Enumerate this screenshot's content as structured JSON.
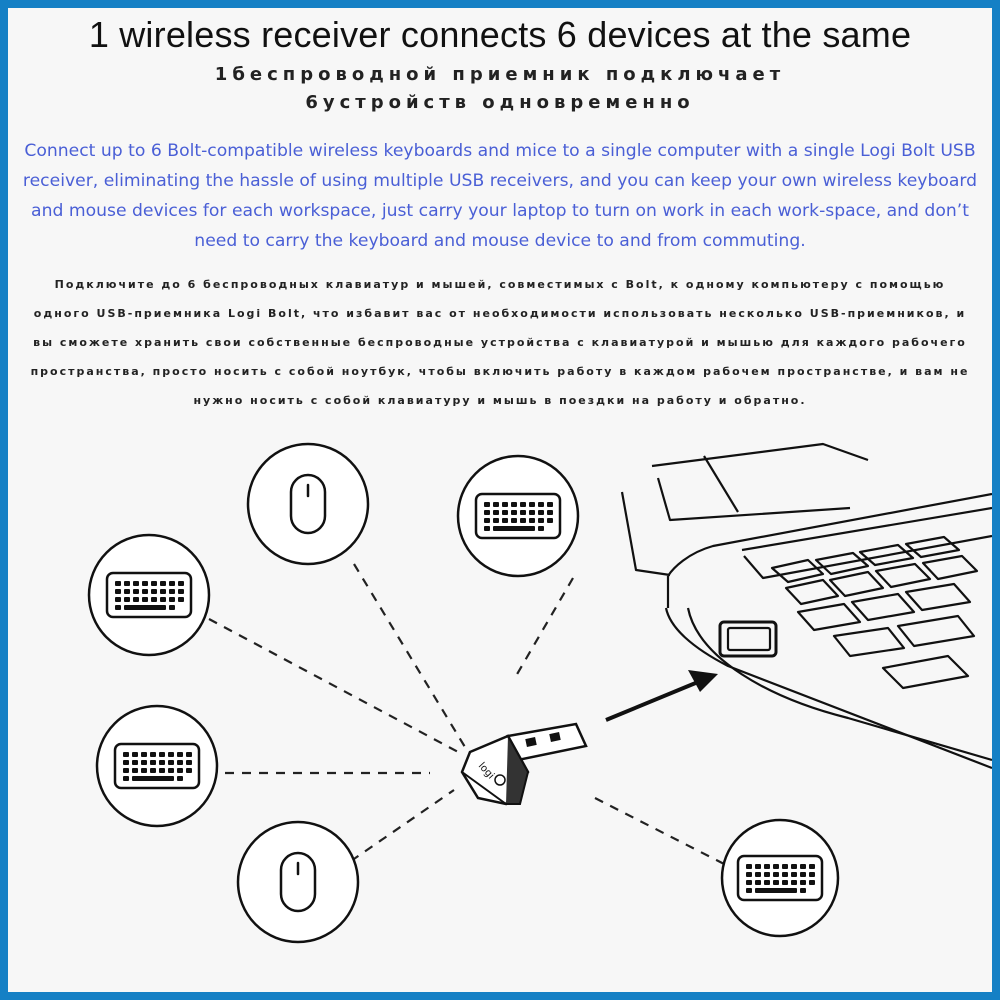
{
  "title": "1 wireless receiver connects 6 devices at the same",
  "subtitle_ru_line1": "1беспроводной приемник подключает",
  "subtitle_ru_line2": "6устройств одновременно",
  "description_en": "Connect up to 6 Bolt-compatible wireless keyboards and mice to a single computer with a single Logi Bolt USB receiver, eliminating the hassle of using multiple USB receivers, and you can keep your own wireless keyboard and mouse devices for each workspace, just carry your laptop to turn on work in each work-space, and don’t need to carry the keyboard and mouse device to and from commuting.",
  "description_ru": "Подключите до 6 беспроводных клавиатур и мышей, совместимых с Bolt, к одному компьютеру с помощью одного USB-приемника Logi Bolt, что избавит вас от необходимости использовать несколько USB-приемников, и вы сможете хранить свои собственные беспроводные устройства с клавиатурой и мышью для каждого рабочего пространства, просто носить с собой ноутбук, чтобы включить работу в каждом рабочем пространстве, и вам не нужно носить с собой клавиатуру и мышь в поездки на работу и обратно.",
  "receiver_brand": "logi",
  "colors": {
    "border": "#1580c5",
    "english_text": "#4a5fd6",
    "line_art": "#111111",
    "background": "#f7f7f7"
  },
  "devices": [
    {
      "name": "mouse",
      "icon": "mouse-icon"
    },
    {
      "name": "keyboard",
      "icon": "keyboard-icon"
    },
    {
      "name": "keyboard",
      "icon": "keyboard-icon"
    },
    {
      "name": "keyboard",
      "icon": "keyboard-icon"
    },
    {
      "name": "mouse",
      "icon": "mouse-icon"
    },
    {
      "name": "keyboard",
      "icon": "keyboard-icon"
    }
  ]
}
